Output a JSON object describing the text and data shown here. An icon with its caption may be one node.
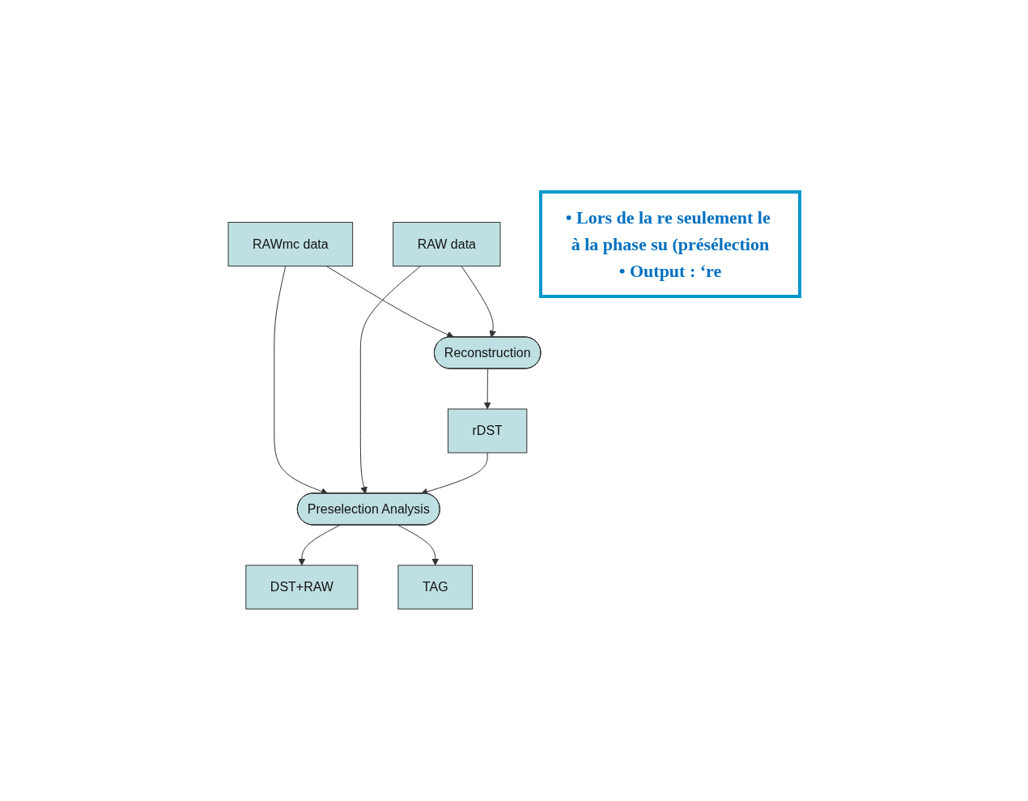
{
  "diagram": {
    "nodes": [
      {
        "text": [
          "RAWmc data"
        ]
      },
      {
        "text": [
          "RAW data"
        ]
      },
      {
        "text": [
          "Reconstruction"
        ]
      },
      {
        "text": [
          "rDST"
        ]
      },
      {
        "text": [
          "Preselection Analysis"
        ]
      },
      {
        "text": [
          "DST+RAW"
        ]
      },
      {
        "text": [
          "TAG"
        ]
      },
      {
        "text": [
          "• Lors de la re seulement le à la phase su (présélection",
          "• Output : ‘re"
        ]
      }
    ],
    "edges": [
      {
        "from": 0,
        "to": 2,
        "arrow": "to"
      },
      {
        "from": 0,
        "to": 4,
        "arrow": "to"
      },
      {
        "from": 1,
        "to": 2,
        "arrow": "to"
      },
      {
        "from": 1,
        "to": 4,
        "arrow": "to"
      },
      {
        "from": 2,
        "to": 3,
        "arrow": "to"
      },
      {
        "from": 3,
        "to": 4,
        "arrow": "to"
      },
      {
        "from": 4,
        "to": 5,
        "arrow": "to"
      },
      {
        "from": 4,
        "to": 6,
        "arrow": "to"
      }
    ]
  }
}
